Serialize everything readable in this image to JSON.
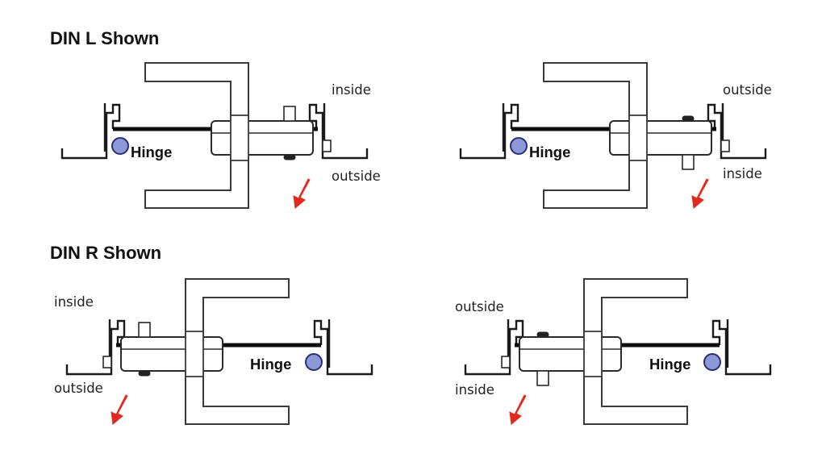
{
  "sections": [
    {
      "title": "DIN L Shown"
    },
    {
      "title": "DIN R Shown"
    }
  ],
  "panels": [
    {
      "id": "l1",
      "hinge_label": "Hinge",
      "top_label": "inside",
      "bottom_label": "outside"
    },
    {
      "id": "l2",
      "hinge_label": "Hinge",
      "top_label": "outside",
      "bottom_label": "inside"
    },
    {
      "id": "r1",
      "hinge_label": "Hinge",
      "top_label": "inside",
      "bottom_label": "outside"
    },
    {
      "id": "r2",
      "hinge_label": "Hinge",
      "top_label": "outside",
      "bottom_label": "inside"
    }
  ],
  "colors": {
    "hinge_fill": "#8d98d8",
    "arrow": "#e12a1f",
    "door": "#0d0d0d"
  }
}
